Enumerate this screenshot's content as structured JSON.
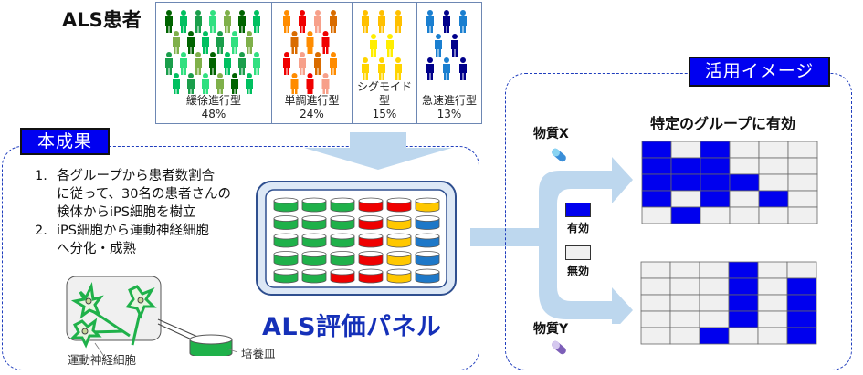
{
  "header": {
    "title": "ALS患者"
  },
  "patient_groups": [
    {
      "name": "緩徐進行型",
      "percent": "48%",
      "colors": [
        "#006400",
        "#1a9e4b",
        "#7fb04a",
        "#00c060",
        "#30e080"
      ],
      "count": 28
    },
    {
      "name": "単調進行型",
      "percent": "24%",
      "colors": [
        "#ff8c00",
        "#d96c00",
        "#f7a08a",
        "#f00000"
      ],
      "count": 14
    },
    {
      "name": "シグモイド型",
      "percent": "15%",
      "colors": [
        "#ffc000",
        "#ffee00",
        "#ffd400"
      ],
      "count": 9
    },
    {
      "name": "急速進行型",
      "percent": "13%",
      "colors": [
        "#1a7fd0",
        "#00008b"
      ],
      "count": 8
    }
  ],
  "results": {
    "tag": "本成果",
    "steps": [
      {
        "num": "1.",
        "lines": [
          "各グループから患者数割合",
          "に従って、30名の患者さんの",
          "検体からiPS細胞を樹立"
        ]
      },
      {
        "num": "2.",
        "lines": [
          "iPS細胞から運動神経細胞",
          "へ分化・成熟"
        ]
      }
    ],
    "neuron_label": "運動神経細胞",
    "dish_label": "培養皿",
    "panel_label": "ALS評価パネル",
    "panel_grid": [
      [
        "green",
        "green",
        "green",
        "red",
        "red",
        "yellow"
      ],
      [
        "green",
        "green",
        "green",
        "red",
        "yellow",
        "blue"
      ],
      [
        "green",
        "green",
        "green",
        "red",
        "yellow",
        "blue"
      ],
      [
        "green",
        "green",
        "green",
        "red",
        "yellow",
        "blue"
      ],
      [
        "green",
        "green",
        "red",
        "red",
        "yellow",
        "blue"
      ]
    ],
    "dish_colors": {
      "green": "#1fb14a",
      "red": "#ef0000",
      "yellow": "#ffc800",
      "blue": "#1e78c8"
    }
  },
  "application": {
    "tag": "活用イメージ",
    "grid_title": "特定のグループに有効",
    "substance_x": "物質X",
    "substance_y": "物質Y",
    "legend": [
      {
        "label": "有効",
        "color": "#0000ee"
      },
      {
        "label": "無効",
        "color": "#f0f0f0"
      }
    ],
    "grid_x": [
      [
        1,
        0,
        1,
        0,
        0,
        0
      ],
      [
        1,
        1,
        1,
        0,
        0,
        0
      ],
      [
        1,
        1,
        1,
        1,
        0,
        0
      ],
      [
        1,
        0,
        1,
        0,
        1,
        0
      ],
      [
        0,
        1,
        0,
        0,
        0,
        0
      ]
    ],
    "grid_y": [
      [
        0,
        0,
        0,
        1,
        0,
        0
      ],
      [
        0,
        0,
        0,
        1,
        0,
        1
      ],
      [
        0,
        0,
        0,
        1,
        0,
        1
      ],
      [
        0,
        0,
        0,
        1,
        0,
        1
      ],
      [
        0,
        0,
        1,
        0,
        0,
        1
      ]
    ]
  }
}
